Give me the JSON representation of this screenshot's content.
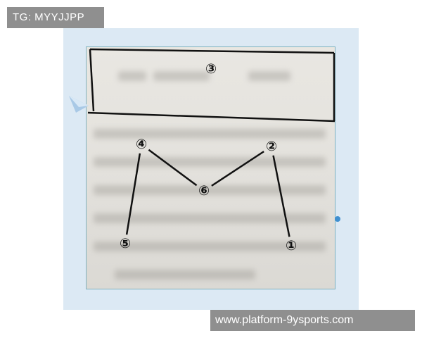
{
  "watermark_top": "TG: MYYJJPP",
  "watermark_bottom": "www.platform-9ysports.com",
  "colors": {
    "frame": "#dce9f4",
    "photo_border": "#7fb2bf",
    "ink": "#111111",
    "tag_bg": "#8f8f8f"
  },
  "nodes": [
    {
      "id": "3",
      "label": "③"
    },
    {
      "id": "4",
      "label": "④"
    },
    {
      "id": "2",
      "label": "②"
    },
    {
      "id": "6",
      "label": "⑥"
    },
    {
      "id": "5",
      "label": "⑤"
    },
    {
      "id": "1",
      "label": "①"
    }
  ],
  "edges": [
    {
      "from": "4",
      "to": "6"
    },
    {
      "from": "6",
      "to": "2"
    },
    {
      "from": "4",
      "to": "5"
    },
    {
      "from": "2",
      "to": "1"
    }
  ]
}
